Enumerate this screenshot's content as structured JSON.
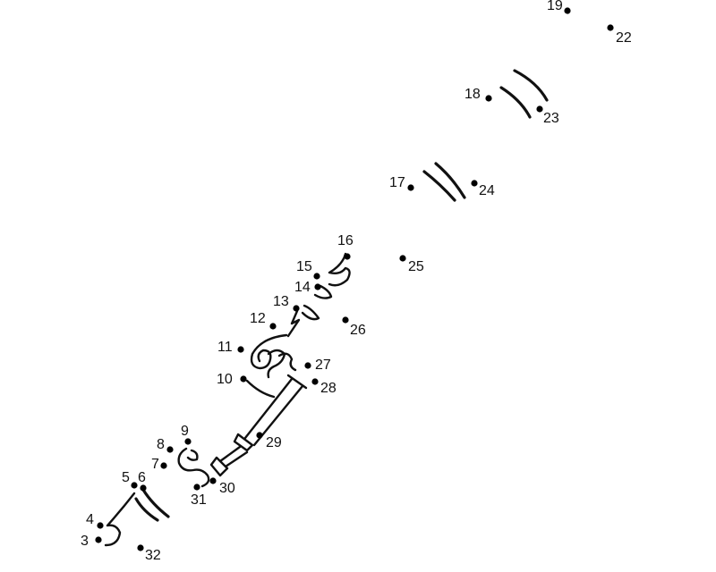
{
  "puzzle": {
    "dots": [
      {
        "number": "3"
      },
      {
        "number": "4"
      },
      {
        "number": "5"
      },
      {
        "number": "6"
      },
      {
        "number": "7"
      },
      {
        "number": "8"
      },
      {
        "number": "9"
      },
      {
        "number": "10"
      },
      {
        "number": "11"
      },
      {
        "number": "12"
      },
      {
        "number": "13"
      },
      {
        "number": "14"
      },
      {
        "number": "15"
      },
      {
        "number": "16"
      },
      {
        "number": "17"
      },
      {
        "number": "18"
      },
      {
        "number": "19"
      },
      {
        "number": "22"
      },
      {
        "number": "23"
      },
      {
        "number": "24"
      },
      {
        "number": "25"
      },
      {
        "number": "26"
      },
      {
        "number": "27"
      },
      {
        "number": "28"
      },
      {
        "number": "29"
      },
      {
        "number": "30"
      },
      {
        "number": "31"
      },
      {
        "number": "32"
      }
    ],
    "colors": {
      "ink": "#111111",
      "dot": "#000000",
      "background": "#ffffff"
    }
  }
}
